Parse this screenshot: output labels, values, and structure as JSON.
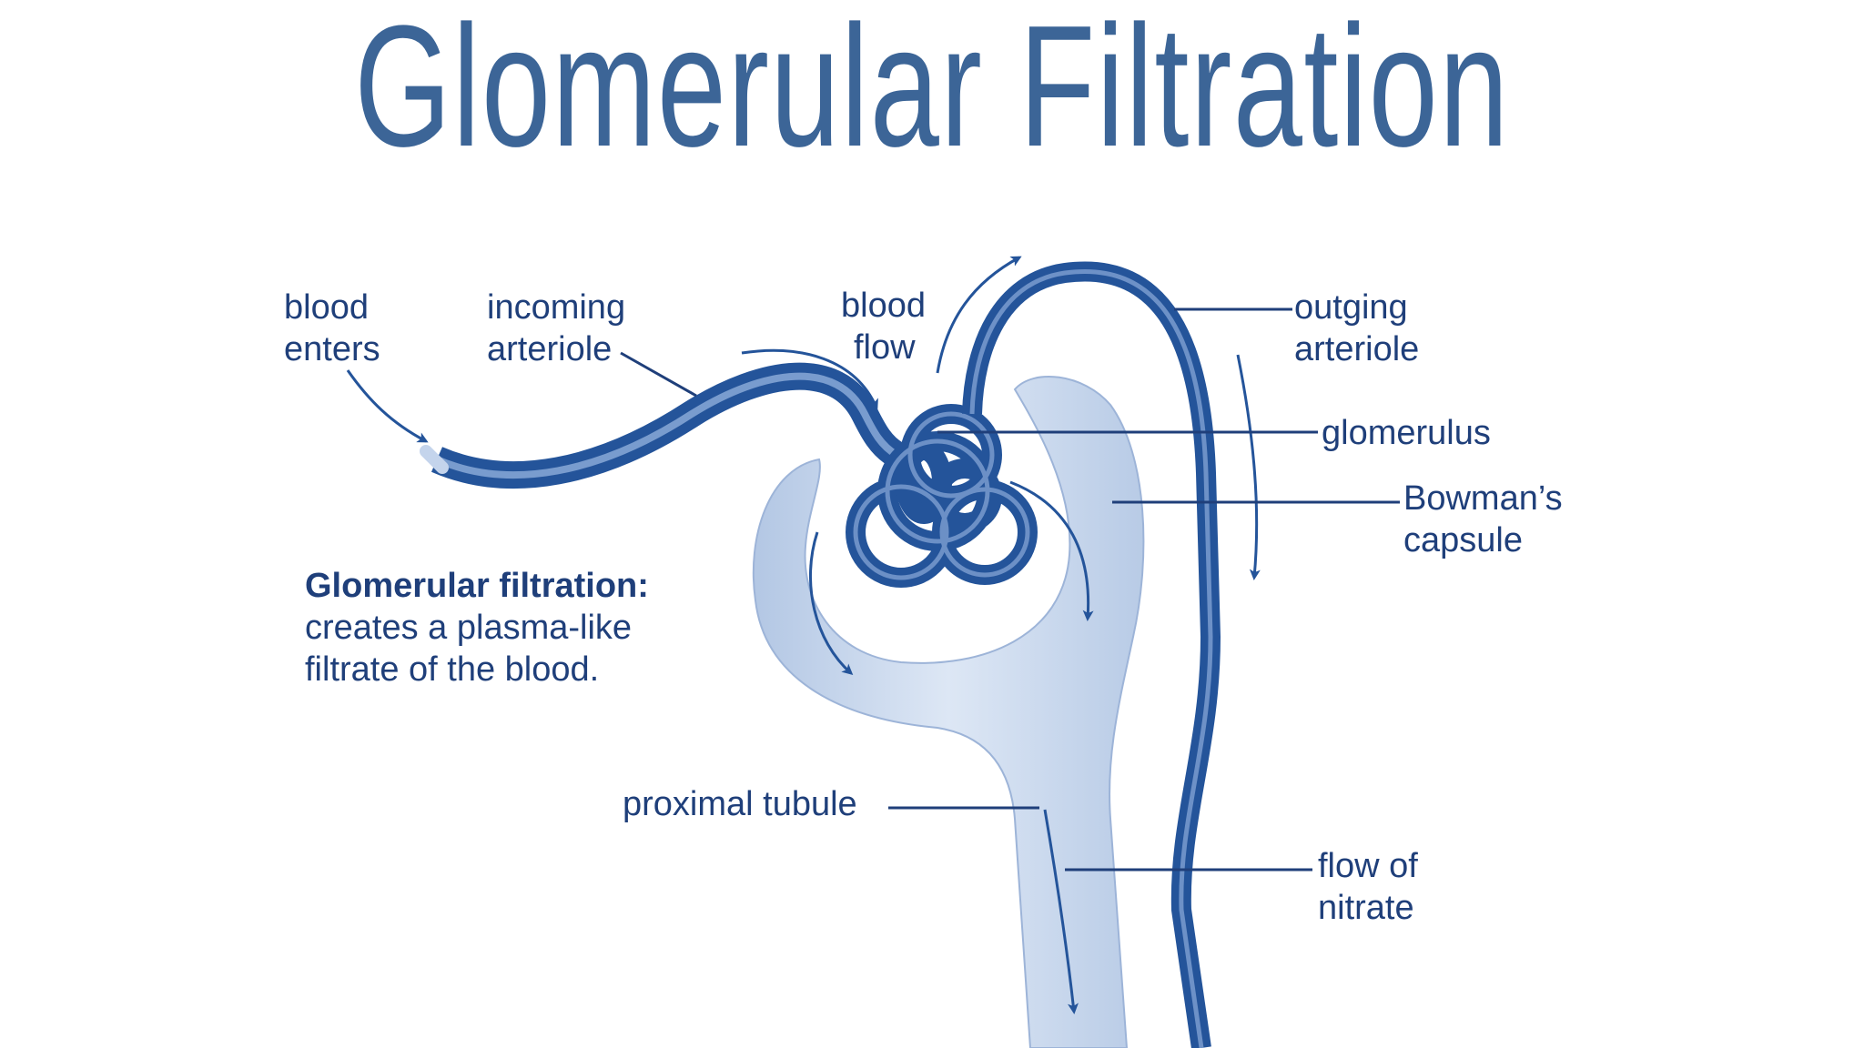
{
  "title": "Glomerular Filtration",
  "colors": {
    "title": "#3c6597",
    "vessel": "#24549a",
    "label": "#1f3f7a",
    "capsule": "#c8d7ec"
  },
  "labels": {
    "blood_enters": [
      "blood",
      "enters"
    ],
    "incoming_arteriole": [
      "incoming",
      "arteriole"
    ],
    "blood_flow": [
      "blood",
      "flow"
    ],
    "outgoing_arteriole": [
      "outging",
      "arteriole"
    ],
    "glomerulus": "glomerulus",
    "bowmans_capsule": [
      "Bowman’s",
      "capsule"
    ],
    "proximal_tubule": "proximal tubule",
    "flow_of_nitrate": [
      "flow of",
      "nitrate"
    ]
  },
  "caption": {
    "heading": "Glomerular filtration:",
    "lines": [
      "creates a plasma-like",
      "filtrate of the blood."
    ]
  }
}
